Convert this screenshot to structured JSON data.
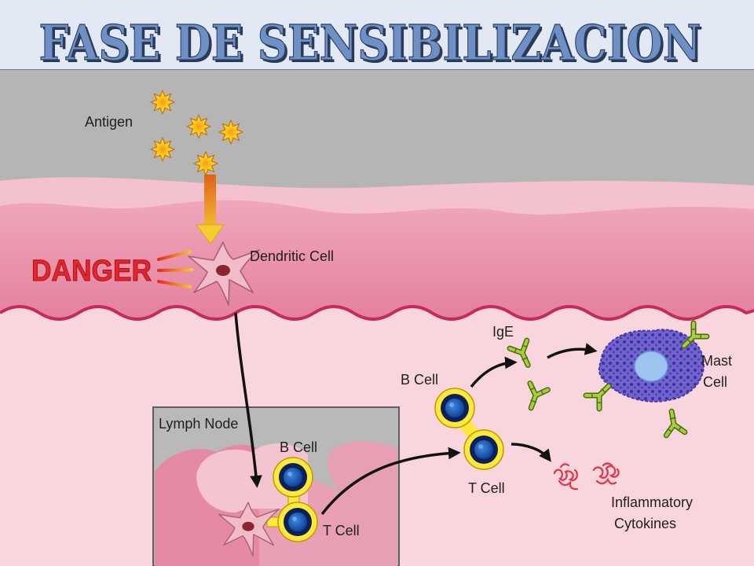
{
  "title": "FASE DE SENSIBILIZACION",
  "diagram": {
    "antigen_label": "Antigen",
    "danger_label": "DANGER",
    "dendritic_cell_label": "Dendritic Cell",
    "lymph_node": {
      "label": "Lymph Node",
      "b_cell_label": "B Cell",
      "t_cell_label": "T Cell"
    },
    "b_cell_label": "B Cell",
    "t_cell_label": "T Cell",
    "ige_label": "IgE",
    "mast_cell_label": [
      "Mast",
      "Cell"
    ],
    "cytokines_label": [
      "Inflammatory",
      "Cytokines"
    ]
  },
  "colors": {
    "title_text": "#6e90c4",
    "title_background": "#e2e9f4",
    "danger": "#e3262c",
    "antigen": "#ffd21a",
    "ige": "#a4cf3f",
    "mast_cell": "#6b5bc7",
    "cytokine": "#e03a4a",
    "epidermis": "#ec9cb3",
    "membrane_line": "#c42a5a"
  }
}
